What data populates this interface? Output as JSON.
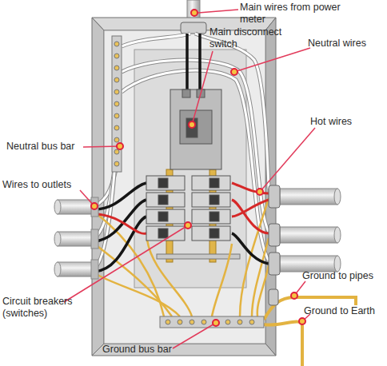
{
  "diagram": {
    "labels": [
      "Main wires from power meter",
      "Main disconnect switch",
      "Neutral wires",
      "Hot wires",
      "Neutral bus bar",
      "Wires to outlets",
      "Circuit breakers (switches)",
      "Ground to pipes",
      "Ground to Earth",
      "Ground bus bar"
    ]
  }
}
